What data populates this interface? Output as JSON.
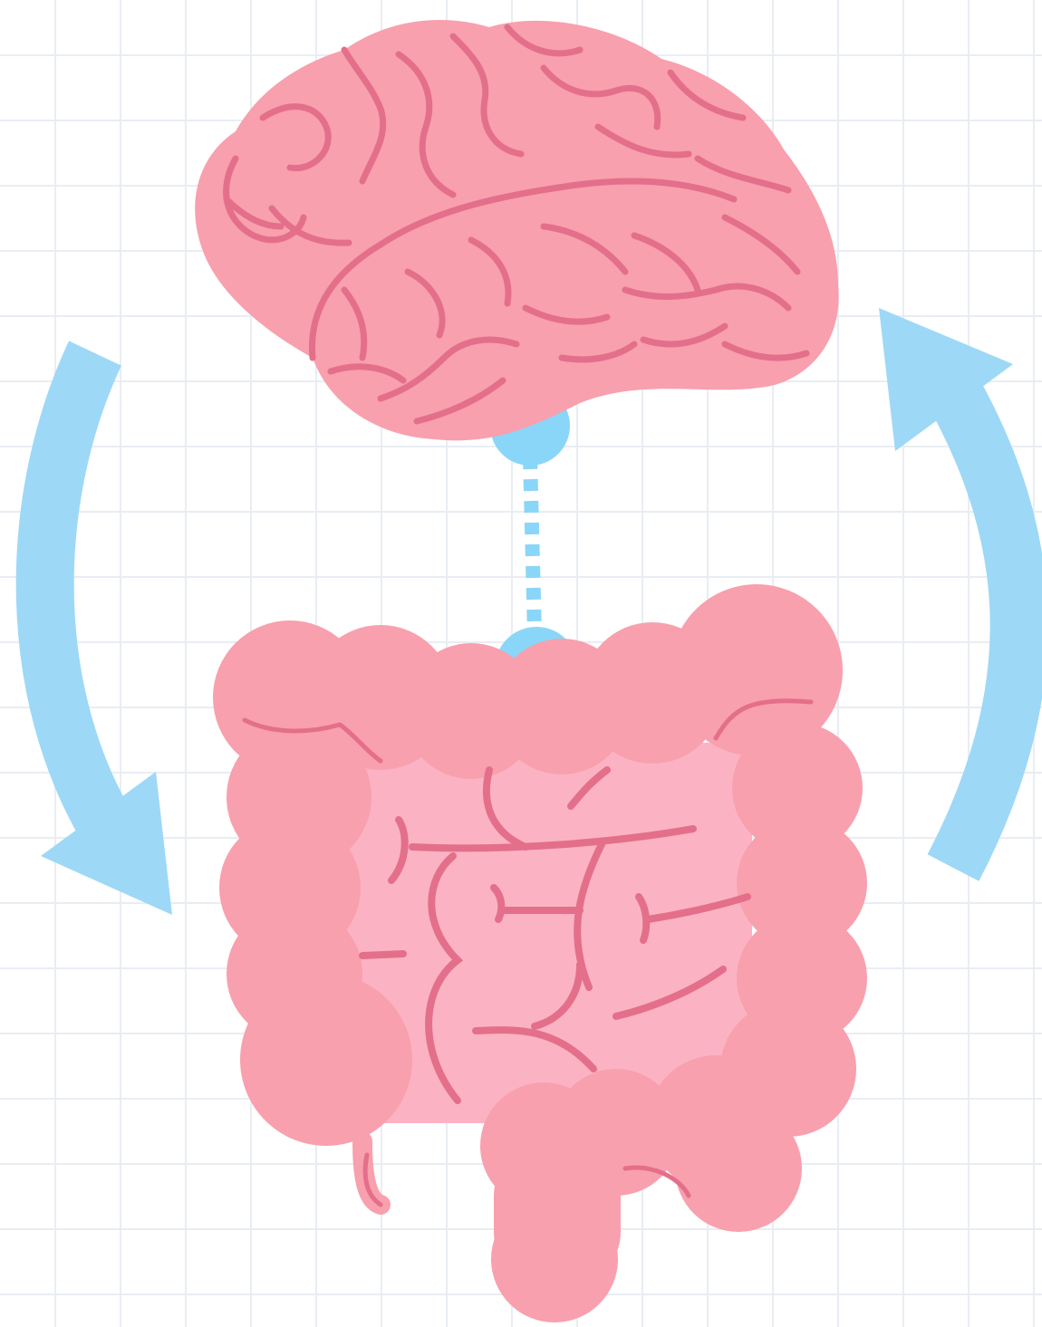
{
  "diagram": {
    "colors": {
      "background": "#ffffff",
      "grid": "#e9edf3",
      "organ_fill": "#f8a0ad",
      "organ_light": "#fbb3c4",
      "organ_line": "#e46f8a",
      "arrow": "#9dd8f7",
      "connector": "#8ad6f8"
    },
    "elements": {
      "top_organ": "brain-icon",
      "bottom_organ": "intestines-icon",
      "left_arrow": "downward-curved-arrow",
      "right_arrow": "upward-curved-arrow",
      "connector": "dotted-vagus-connection"
    }
  }
}
